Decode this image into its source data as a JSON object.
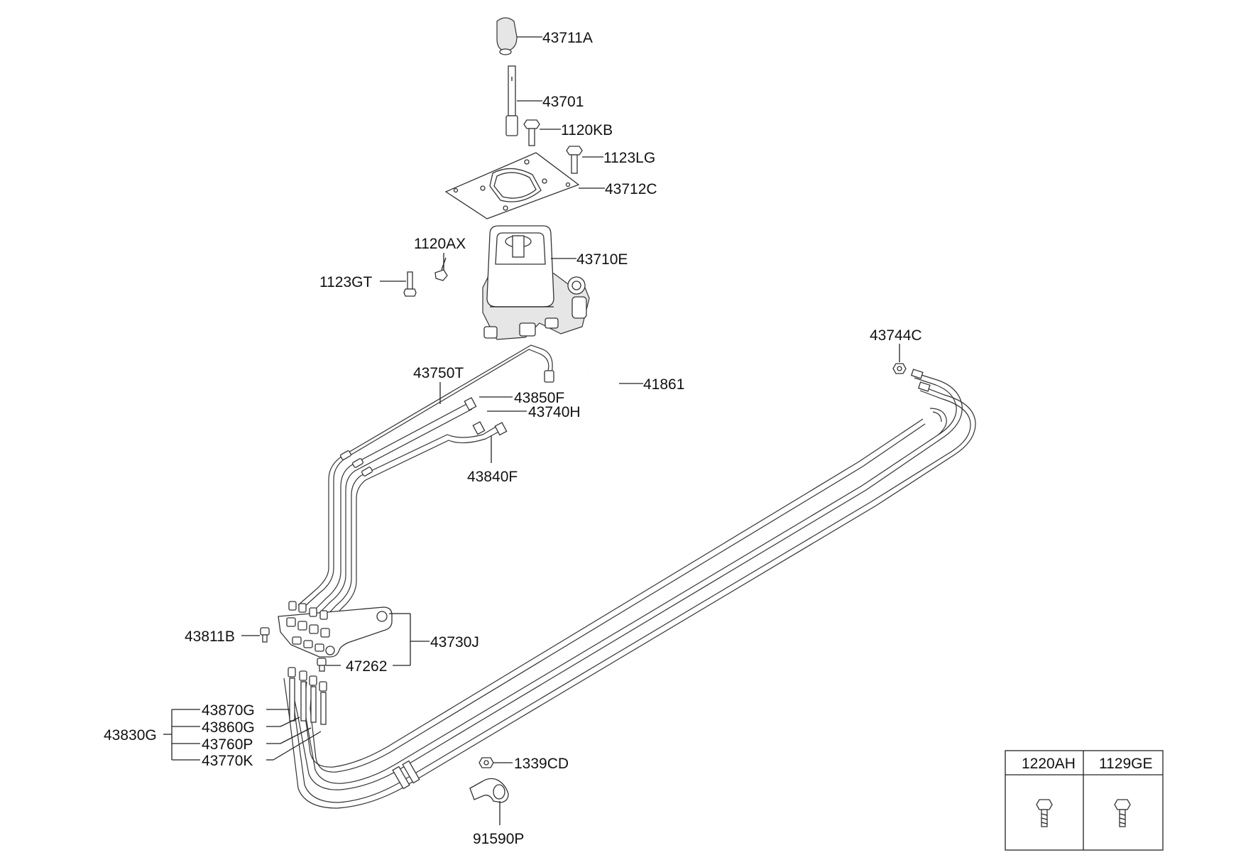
{
  "parts": {
    "p43711A": "43711A",
    "p43701": "43701",
    "p1120KB": "1120KB",
    "p1123LG": "1123LG",
    "p43712C": "43712C",
    "p1120AX": "1120AX",
    "p43710E": "43710E",
    "p1123GT": "1123GT",
    "p43744C": "43744C",
    "p43750T": "43750T",
    "p41861": "41861",
    "p43850F": "43850F",
    "p43740H": "43740H",
    "p43840F": "43840F",
    "p43811B": "43811B",
    "p43730J": "43730J",
    "p47262": "47262",
    "p43870G": "43870G",
    "p43860G": "43860G",
    "p43830G": "43830G",
    "p43760P": "43760P",
    "p43770K": "43770K",
    "p1339CD": "1339CD",
    "p91590P": "91590P"
  },
  "legend_table": {
    "col1": "1220AH",
    "col2": "1129GE"
  }
}
